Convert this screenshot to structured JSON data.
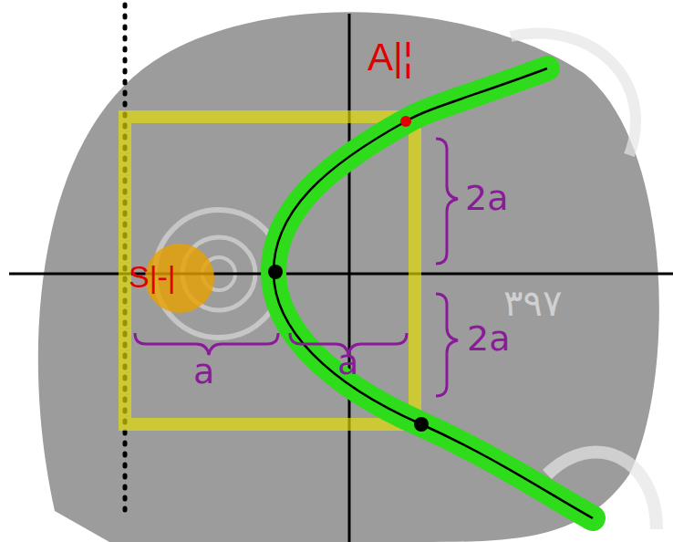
{
  "diagram": {
    "labels": [
      "A|¦",
      "S|-|",
      "2a",
      "2a",
      "a",
      "a",
      "٣٩٧"
    ]
  }
}
